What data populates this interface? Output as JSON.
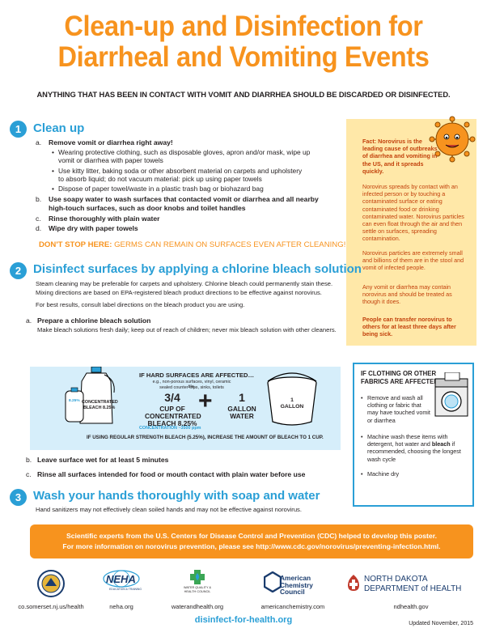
{
  "title_line1": "Clean-up and Disinfection for",
  "title_line2": "Diarrheal and Vomiting Events",
  "subtitle": "ANYTHING THAT HAS BEEN IN CONTACT WITH VOMIT AND DIARRHEA SHOULD BE DISCARDED OR DISINFECTED.",
  "step1": {
    "num": "1",
    "title": "Clean up",
    "a_letter": "a.",
    "a_text": "Remove vomit or diarrhea right away!",
    "a_bullets": [
      "Wearing protective clothing, such as disposable gloves, apron and/or mask, wipe up",
      "vomit or diarrhea with paper towels",
      "Use kitty litter, baking soda or other absorbent material on carpets and upholstery",
      "to absorb liquid; do not vacuum material: pick up using paper towels",
      "Dispose of paper towel/waste in a plastic trash bag or biohazard bag"
    ],
    "b_letter": "b.",
    "b_text1": "Use soapy water to wash surfaces that contacted vomit or diarrhea and all nearby",
    "b_text2": "high-touch surfaces, such as door knobs and toilet handles",
    "c_letter": "c.",
    "c_text": "Rinse thoroughly with plain water",
    "d_letter": "d.",
    "d_text": "Wipe dry with paper towels"
  },
  "dont_stop_bold": "DON'T STOP HERE:",
  "dont_stop_text": "GERMS CAN REMAIN ON SURFACES EVEN AFTER CLEANING!",
  "step2": {
    "num": "2",
    "title": "Disinfect surfaces by applying a chlorine bleach solution",
    "intro1": "Steam cleaning may be preferable for carpets and upholstery. Chlorine bleach could permanently stain these.",
    "intro2": "Mixing directions are based on EPA-registered bleach product directions to be effective against norovirus.",
    "intro3": "For best results, consult label directions on the bleach product you are using.",
    "a_letter": "a.",
    "a_text": "Prepare a chlorine bleach solution",
    "a_sub": "Make bleach solutions fresh daily; keep out of reach of children; never mix bleach solution with other cleaners.",
    "b_letter": "b.",
    "b_text": "Leave surface wet for at least 5 minutes",
    "c_letter": "c.",
    "c_text": "Rinse all surfaces intended for food or mouth contact with plain water before use"
  },
  "bleach_box": {
    "heading": "IF HARD SURFACES ARE AFFECTED…",
    "examples1": "e.g., non-porous surfaces, vinyl, ceramic tile,",
    "examples2": "sealed counter-tops, sinks, toilets",
    "bottle_label1": "CONCENTRATED",
    "bottle_label2": "BLEACH 8.25%",
    "bottle_top": "8.25%",
    "amount": "3/4",
    "amount_l1": "CUP OF",
    "amount_l2": "CONCENTRATED",
    "amount_l3": "BLEACH 8.25%",
    "plus": "+",
    "water_amount": "1",
    "water_l1": "GALLON",
    "water_l2": "WATER",
    "bucket_l1": "1",
    "bucket_l2": "GALLON",
    "concentration": "CONCENTRATION ~3500 ppm",
    "note": "IF USING REGULAR STRENGTH BLEACH (5.25%), INCREASE THE AMOUNT OF BLEACH TO 1 CUP."
  },
  "step3": {
    "num": "3",
    "title": "Wash your hands thoroughly with soap and water",
    "text": "Hand sanitizers may not effectively clean soiled hands and may not be effective against norovirus."
  },
  "sidebar": {
    "fact1": "Fact: Norovirus is the leading cause of outbreaks of diarrhea and vomiting in the US, and it spreads quickly.",
    "p1": "Norovirus spreads by contact with an infected person or by touching a contaminated surface or eating contaminated food or drinking contaminated water. Norovirus particles can even float through the air and then settle on surfaces, spreading contamination.",
    "p2": "Norovirus particles are extremely small and billions of them are in the stool and vomit of infected people.",
    "p3": "Any vomit or diarrhea may contain norovirus and should be treated as though it does.",
    "p4": "People can transfer norovirus to others for at least three days after being sick."
  },
  "clothing": {
    "heading1": "IF CLOTHING OR OTHER",
    "heading2": "FABRICS ARE AFFECTED…",
    "b1": "Remove and wash all clothing or fabric that may have touched vomit or diarrhea",
    "b2a": "Machine wash these items with detergent, hot water and ",
    "b2b": "bleach",
    "b2c": " if recommended, choosing the longest wash cycle",
    "b3": "Machine dry"
  },
  "banner": {
    "line1": "Scientific experts from the U.S. Centers for Disease Control and Prevention (CDC) helped to develop this poster.",
    "line2": "For more information on norovirus prevention, please see http://www.cdc.gov/norovirus/preventing-infection.html."
  },
  "logos": {
    "somerset": "co.somerset.nj.us/health",
    "neha_name": "NEHA",
    "neha_tag": "EDUCATION & TRAINING",
    "neha": "neha.org",
    "wqhc_1": "WATER QUALITY &",
    "wqhc_2": "HEALTH COUNCIL",
    "wqhc": "waterandhealth.org",
    "acc_1": "American",
    "acc_2": "Chemistry",
    "acc_3": "Council",
    "acc": "americanchemistry.com",
    "nd_1": "NORTH DAKOTA",
    "nd_2": "DEPARTMENT of HEALTH",
    "nd": "ndhealth.gov"
  },
  "website": "disinfect-for-health.org",
  "updated": "Updated November, 2015",
  "colors": {
    "orange": "#f7931e",
    "blue": "#2a9fd6",
    "sidebar_bg": "#ffe8a8",
    "bleach_bg": "#d6eefa"
  }
}
